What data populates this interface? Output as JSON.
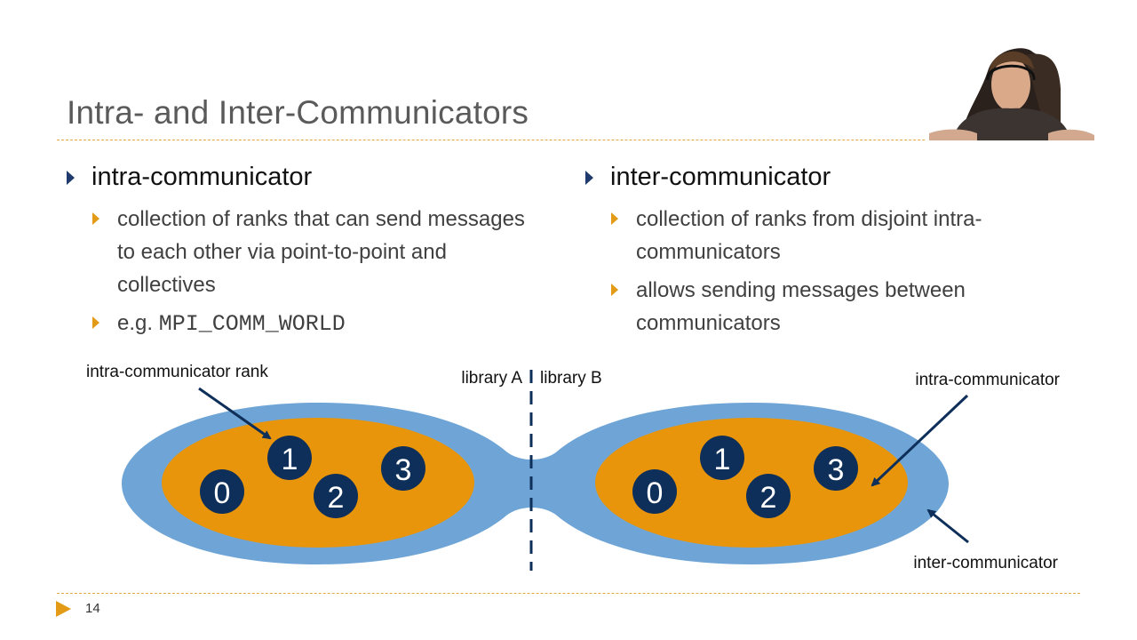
{
  "title": "Intra- and Inter-Communicators",
  "left": {
    "heading": "intra-communicator",
    "items": [
      "collection of ranks that can send messages to each other via point-to-point and collectives",
      "e.g. "
    ],
    "code": "MPI_COMM_WORLD"
  },
  "right": {
    "heading": "inter-communicator",
    "items": [
      "collection of ranks from disjoint intra-communicators",
      "allows sending messages between communicators"
    ]
  },
  "diagram": {
    "label_rank": "intra-communicator rank",
    "label_lib_a": "library A",
    "label_lib_b": "library B",
    "label_intra": "intra-communicator",
    "label_inter": "inter-communicator",
    "left_ranks": [
      "0",
      "1",
      "2",
      "3"
    ],
    "right_ranks": [
      "0",
      "1",
      "2",
      "3"
    ],
    "colors": {
      "outer": "#6fa5d6",
      "inner": "#e8950b",
      "rank": "#0e2f5a",
      "arrow": "#0e2f5a"
    }
  },
  "page_number": "14",
  "accent": "#e39a14"
}
